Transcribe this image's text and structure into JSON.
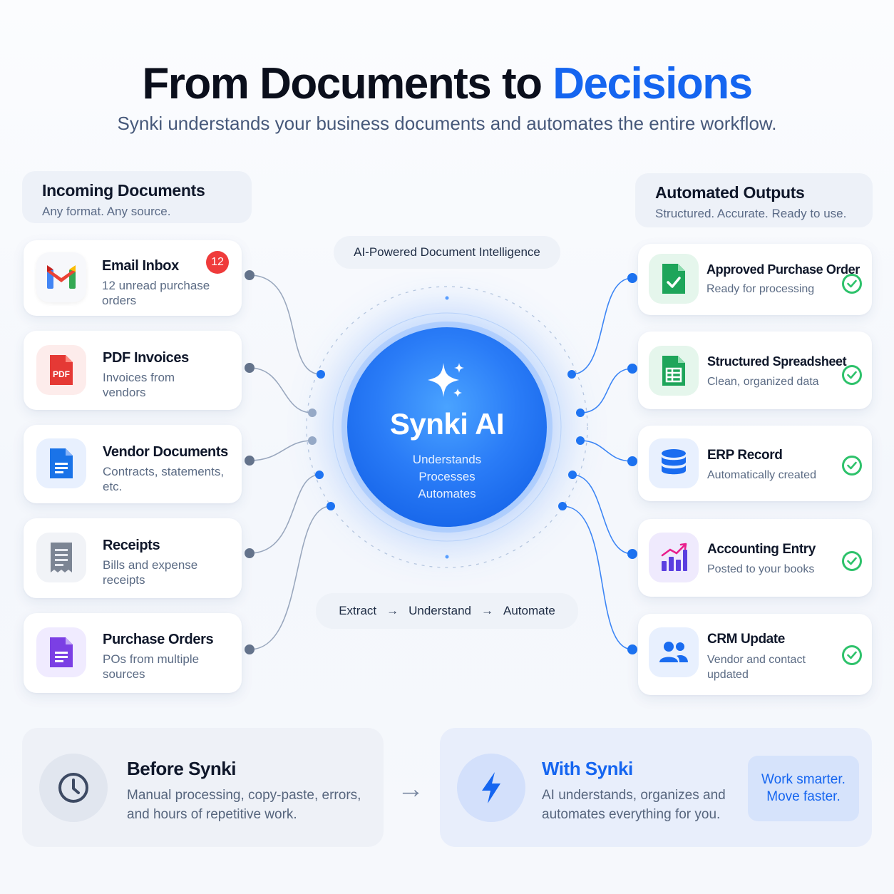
{
  "header": {
    "title_main": "From Documents to ",
    "title_accent": "Decisions",
    "subtitle": "Synki understands your business documents and automates the entire workflow."
  },
  "incoming": {
    "title": "Incoming Documents",
    "subtitle": "Any format. Any source.",
    "items": [
      {
        "title": "Email Inbox",
        "subtitle": "12 unread purchase orders",
        "badge": "12",
        "icon": "gmail-icon"
      },
      {
        "title": "PDF Invoices",
        "subtitle": "Invoices from vendors",
        "icon": "pdf-icon",
        "icon_label": "PDF"
      },
      {
        "title": "Vendor Documents",
        "subtitle": "Contracts, statements, etc.",
        "icon": "document-icon"
      },
      {
        "title": "Receipts",
        "subtitle": "Bills and expense receipts",
        "icon": "receipt-icon"
      },
      {
        "title": "Purchase Orders",
        "subtitle": "POs from multiple sources",
        "icon": "purchase-order-icon"
      }
    ]
  },
  "outputs": {
    "title": "Automated Outputs",
    "subtitle": "Structured. Accurate. Ready to use.",
    "items": [
      {
        "title": "Approved Purchase Order",
        "subtitle": "Ready for processing",
        "icon": "approved-doc-icon"
      },
      {
        "title": "Structured Spreadsheet",
        "subtitle": "Clean, organized data",
        "icon": "spreadsheet-icon"
      },
      {
        "title": "ERP Record",
        "subtitle": "Automatically created",
        "icon": "database-icon"
      },
      {
        "title": "Accounting Entry",
        "subtitle": "Posted to your books",
        "icon": "chart-icon"
      },
      {
        "title": "CRM Update",
        "subtitle": "Vendor and contact updated",
        "icon": "users-icon"
      }
    ]
  },
  "center": {
    "label": "AI-Powered Document Intelligence",
    "name": "Synki AI",
    "lines": [
      "Understands",
      "Processes",
      "Automates"
    ],
    "steps": [
      "Extract",
      "Understand",
      "Automate"
    ]
  },
  "bottom": {
    "before_title": "Before Synki",
    "before_text": "Manual processing, copy-paste, errors, and hours of repetitive work.",
    "with_title": "With Synki",
    "with_text": "AI understands, organizes and automates everything for you.",
    "tagline_1": "Work smarter.",
    "tagline_2": "Move faster."
  },
  "colors": {
    "accent": "#1565f0",
    "check": "#2ec26b",
    "badge": "#ef3b3b",
    "connector_in": "#5b6a82",
    "connector_out": "#1d73f2"
  }
}
